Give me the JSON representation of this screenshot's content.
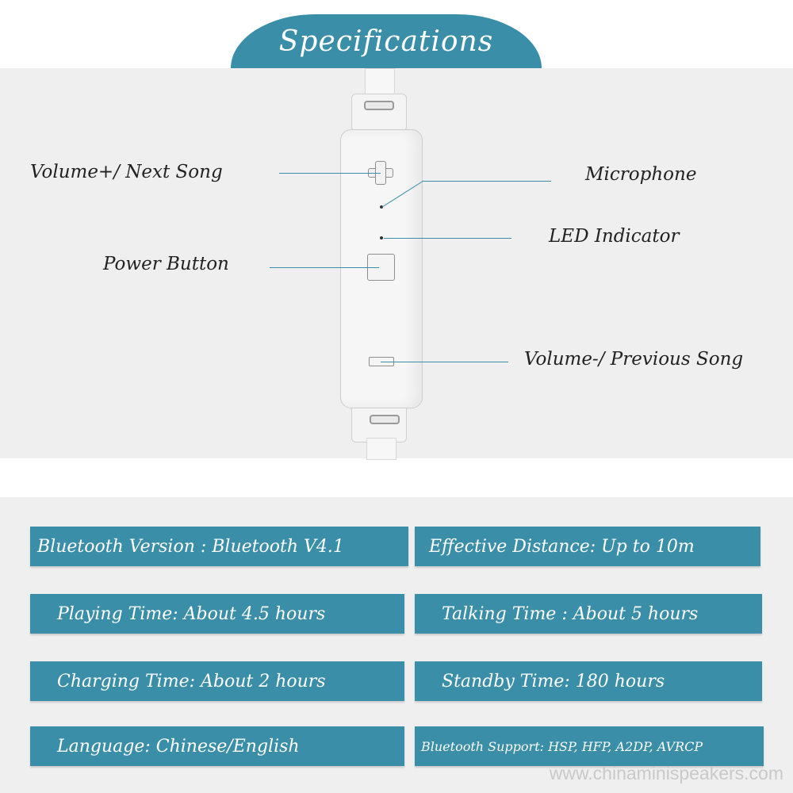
{
  "header": {
    "title": "Specifications"
  },
  "callouts": {
    "volume_plus": "Volume+/ Next Song",
    "microphone": "Microphone",
    "led": "LED Indicator",
    "power": "Power Button",
    "volume_minus": "Volume-/ Previous Song"
  },
  "specs": {
    "bluetooth_version": "Bluetooth Version : Bluetooth V4.1",
    "effective_distance": "Effective Distance:  Up to 10m",
    "playing_time": "Playing Time:  About 4.5 hours",
    "talking_time": "Talking Time : About 5 hours",
    "charging_time": "Charging Time: About 2 hours",
    "standby_time": "Standby Time: 180 hours",
    "language": "Language: Chinese/English",
    "bluetooth_support": "Bluetooth Support: HSP, HFP, A2DP, AVRCP"
  },
  "watermark": "www.chinaminispeakers.com",
  "colors": {
    "accent": "#3a8ea7",
    "panel": "#efefef"
  }
}
